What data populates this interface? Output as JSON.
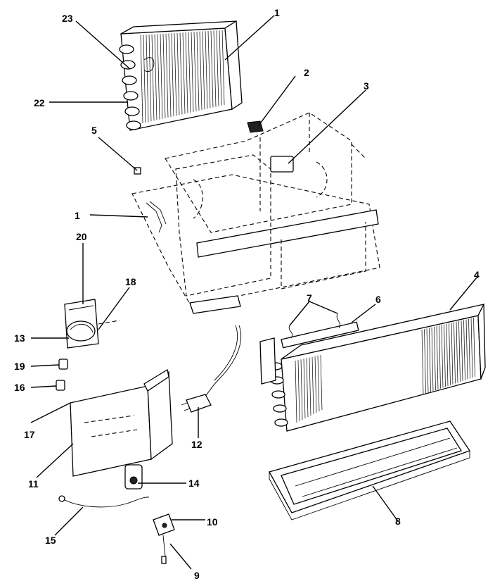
{
  "callouts": {
    "c1_top": "1",
    "c2": "2",
    "c3": "3",
    "c23": "23",
    "c22": "22",
    "c5": "5",
    "c1_mid": "1",
    "c20": "20",
    "c18": "18",
    "c13": "13",
    "c19": "19",
    "c16": "16",
    "c17": "17",
    "c11": "11",
    "c15": "15",
    "c14": "14",
    "c12": "12",
    "c10": "10",
    "c9": "9",
    "c4": "4",
    "c6": "6",
    "c7": "7",
    "c8": "8"
  }
}
